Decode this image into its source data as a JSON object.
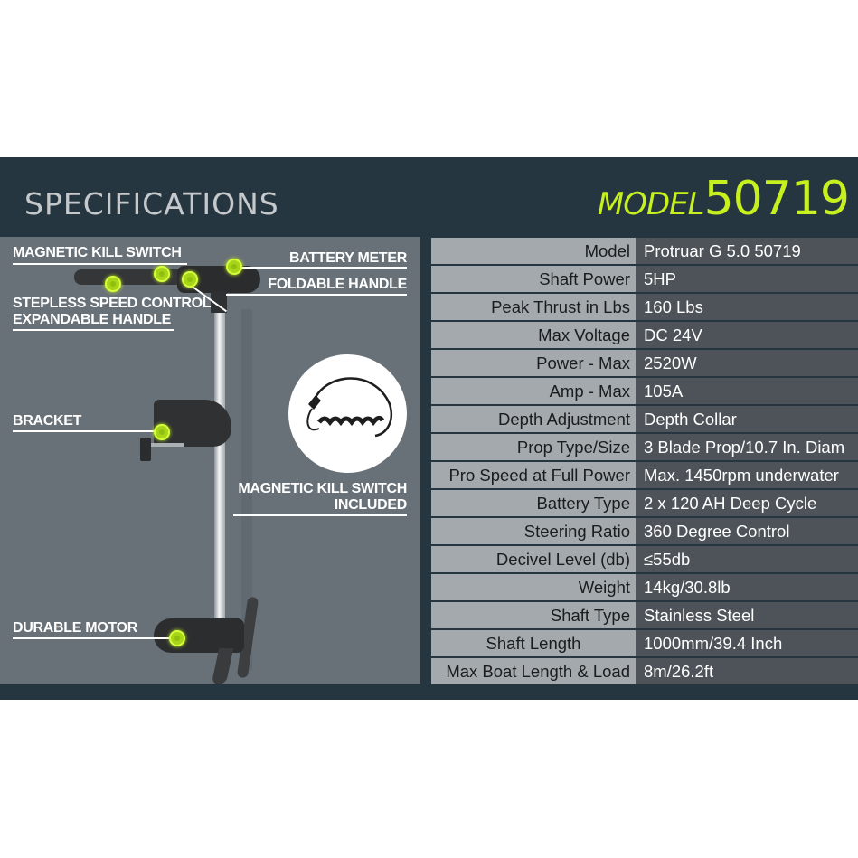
{
  "header": {
    "title": "SPECIFICATIONS",
    "model_word": "MODEL",
    "model_number": "50719",
    "accent_color": "#c6f01e"
  },
  "diagram": {
    "callouts": [
      {
        "id": "magnetic-kill-switch",
        "label": "MAGNETIC KILL SWITCH"
      },
      {
        "id": "battery-meter",
        "label": "BATTERY METER"
      },
      {
        "id": "foldable-handle",
        "label": "FOLDABLE HANDLE"
      },
      {
        "id": "stepless-speed-control",
        "label": "STEPLESS SPEED CONTROL"
      },
      {
        "id": "expandable-handle",
        "label": "EXPANDABLE HANDLE"
      },
      {
        "id": "bracket",
        "label": "BRACKET"
      },
      {
        "id": "kill-switch-included-1",
        "label": "MAGNETIC KILL SWITCH"
      },
      {
        "id": "kill-switch-included-2",
        "label": "INCLUDED"
      },
      {
        "id": "durable-motor",
        "label": "DURABLE MOTOR"
      }
    ]
  },
  "specs": [
    {
      "key": "Model",
      "value": "Protruar G 5.0 50719"
    },
    {
      "key": "Shaft Power",
      "value": "5HP"
    },
    {
      "key": "Peak Thrust in Lbs",
      "value": "160 Lbs"
    },
    {
      "key": "Max Voltage",
      "value": "DC 24V"
    },
    {
      "key": "Power - Max",
      "value": "2520W"
    },
    {
      "key": "Amp - Max",
      "value": "105A"
    },
    {
      "key": "Depth Adjustment",
      "value": "Depth Collar"
    },
    {
      "key": "Prop Type/Size",
      "value": "3 Blade Prop/10.7 In. Diam"
    },
    {
      "key": "Pro Speed at Full Power",
      "value": "Max. 1450rpm underwater"
    },
    {
      "key": "Battery Type",
      "value": "2 x 120 AH Deep Cycle"
    },
    {
      "key": "Steering Ratio",
      "value": "360 Degree Control"
    },
    {
      "key": "Decivel Level (db)",
      "value": "≤55db"
    },
    {
      "key": "Weight",
      "value": "14kg/30.8lb"
    },
    {
      "key": "Shaft Type",
      "value": "Stainless Steel"
    },
    {
      "key": "Shaft Length",
      "value": "1000mm/39.4 Inch"
    },
    {
      "key": "Max Boat Length & Load",
      "value": "8m/26.2ft"
    }
  ]
}
